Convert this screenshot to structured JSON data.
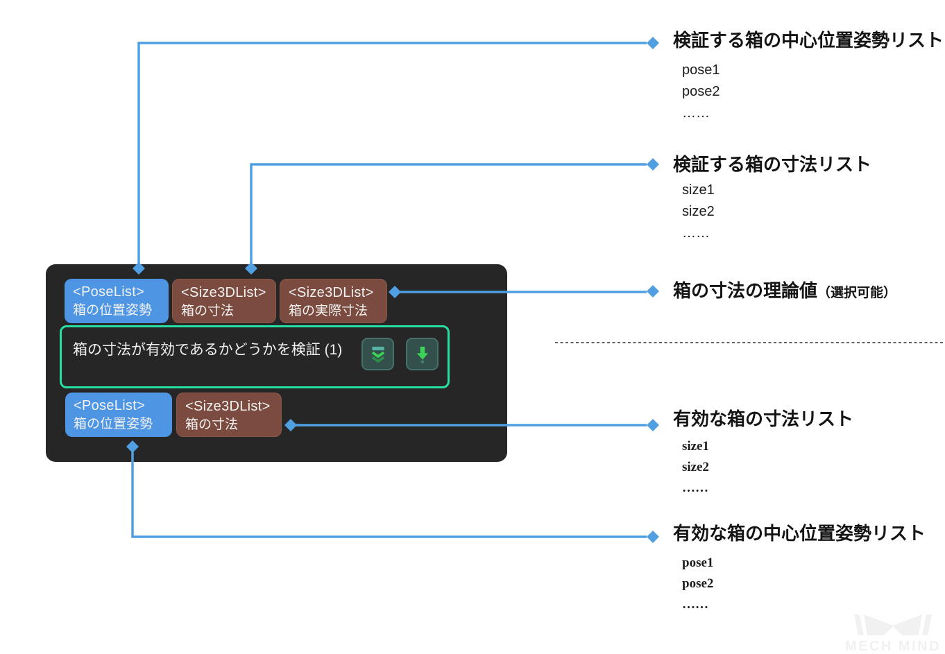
{
  "colors": {
    "connector_blue": "#519fe3",
    "node_background": "#262626",
    "pose_port_blue": "#4e96e4",
    "size_port_brown": "#7a4b3e",
    "highlight_teal": "#27e0a3",
    "button_background": "#33504c",
    "icon_green": "#3ed158",
    "icon_teal": "#56b2a3",
    "separator_gray": "#2e2e2e"
  },
  "node": {
    "title": "箱の寸法が有効であるかどうかを検証 (1)",
    "inputs": [
      {
        "type": "<PoseList>",
        "label": "箱の位置姿勢"
      },
      {
        "type": "<Size3DList>",
        "label": "箱の寸法"
      },
      {
        "type": "<Size3DList>",
        "label": "箱の実際寸法"
      }
    ],
    "outputs": [
      {
        "type": "<PoseList>",
        "label": "箱の位置姿勢"
      },
      {
        "type": "<Size3DList>",
        "label": "箱の寸法"
      }
    ],
    "buttons": [
      {
        "icon": "double-chevron-down-icon"
      },
      {
        "icon": "down-arrow-icon"
      }
    ]
  },
  "annotations": [
    {
      "title": "検証する箱の中心位置姿勢リスト",
      "items": [
        "pose1",
        "pose2",
        "……"
      ]
    },
    {
      "title": "検証する箱の寸法リスト",
      "items": [
        "size1",
        "size2",
        "……"
      ]
    },
    {
      "title": "箱の寸法の理論値",
      "suffix": "（選択可能）",
      "items": []
    },
    {
      "title": "有効な箱の寸法リスト",
      "items": [
        "size1",
        "size2",
        "……"
      ]
    },
    {
      "title": "有効な箱の中心位置姿勢リスト",
      "items": [
        "pose1",
        "pose2",
        "……"
      ]
    }
  ],
  "watermark": {
    "text": "MECH MIND"
  }
}
